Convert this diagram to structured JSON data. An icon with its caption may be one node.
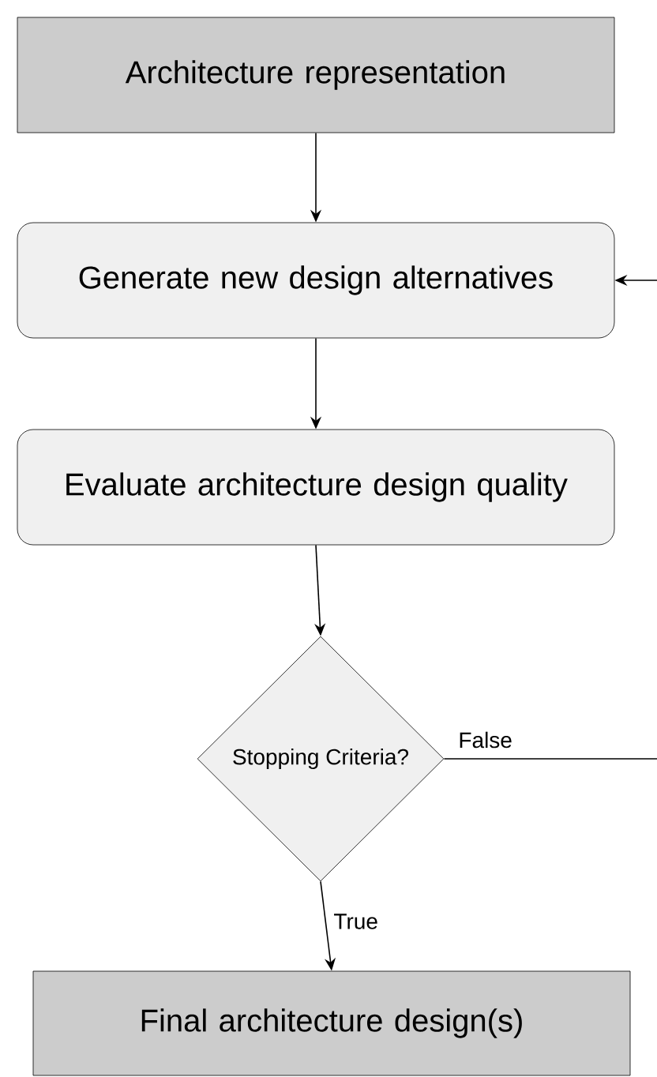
{
  "diagram": {
    "nodes": [
      {
        "text": [
          "Architecture representation"
        ]
      },
      {
        "text": [
          "Generate new design alternatives"
        ]
      },
      {
        "text": [
          "Evaluate architecture design quality"
        ]
      },
      {
        "text": [
          "Stopping Criteria?"
        ]
      },
      {
        "text": [
          "Final architecture design(s)"
        ]
      }
    ],
    "edges": [
      {
        "from": 0,
        "to": 1,
        "arrow": "to"
      },
      {
        "from": 1,
        "to": 2,
        "arrow": "to"
      },
      {
        "from": 2,
        "to": 3,
        "arrow": "to"
      },
      {
        "from": 3,
        "to": 4,
        "arrow": "to",
        "label": "True"
      },
      {
        "from": 3,
        "to": 1,
        "arrow": "to",
        "label": "False"
      }
    ]
  }
}
